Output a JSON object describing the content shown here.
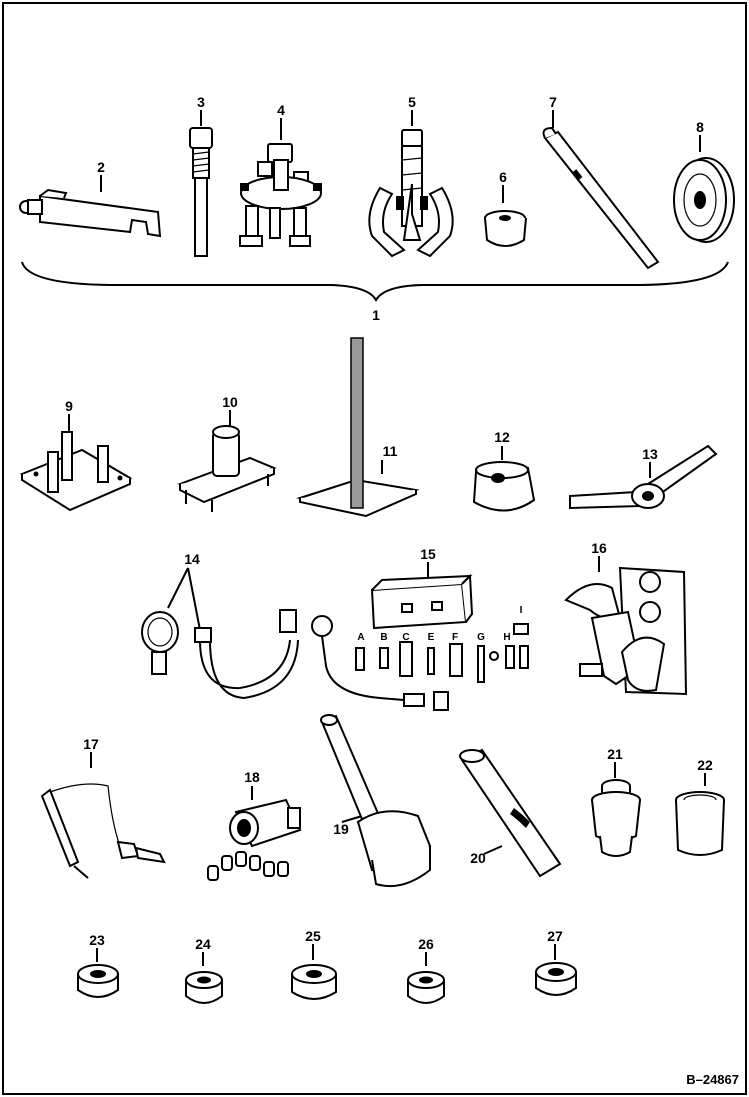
{
  "tools": [
    {
      "number": "1"
    },
    {
      "number": "2"
    },
    {
      "number": "3"
    },
    {
      "number": "4"
    },
    {
      "number": "5"
    },
    {
      "number": "6"
    },
    {
      "number": "7"
    },
    {
      "number": "8"
    },
    {
      "number": "9"
    },
    {
      "number": "10"
    },
    {
      "number": "11"
    },
    {
      "number": "12"
    },
    {
      "number": "13"
    },
    {
      "number": "14"
    },
    {
      "number": "15"
    },
    {
      "number": "16"
    },
    {
      "number": "17"
    },
    {
      "number": "18"
    },
    {
      "number": "19"
    },
    {
      "number": "20"
    },
    {
      "number": "21"
    },
    {
      "number": "22"
    },
    {
      "number": "23"
    },
    {
      "number": "24"
    },
    {
      "number": "25"
    },
    {
      "number": "26"
    },
    {
      "number": "27"
    }
  ],
  "adapter_letters": [
    "A",
    "B",
    "C",
    "E",
    "F",
    "G",
    "H",
    "I"
  ],
  "figure_reference": "B–24867"
}
